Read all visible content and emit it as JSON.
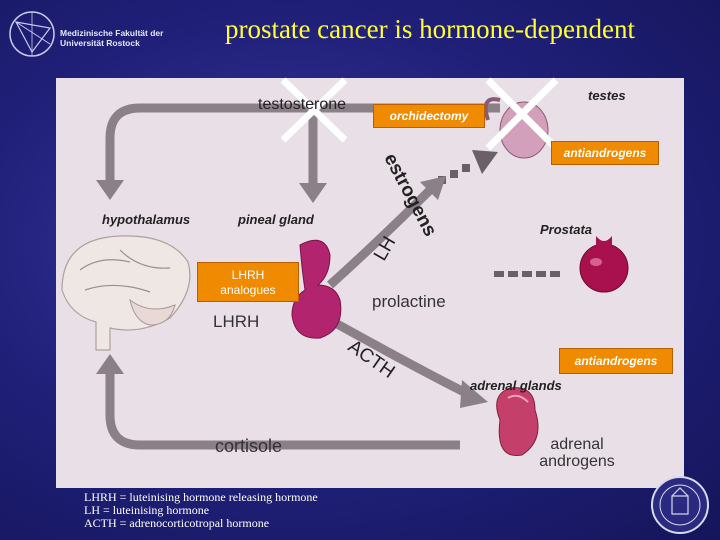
{
  "header": {
    "title": "prostate cancer is hormone-dependent",
    "logo_text": "Medizinische Fakultät der\nUniversität Rostock"
  },
  "diagram": {
    "testosterone": "testosterone",
    "orchidectomy": "orchidectomy",
    "testes": "testes",
    "antiandrogens_top": "antiandrogens",
    "oestrogens": "estrogens",
    "hypothalamus": "hypothalamus",
    "pineal_gland": "pineal gland",
    "lh": "LH",
    "prostata": "Prostata",
    "lhrh_analogues_line1": "LHRH",
    "lhrh_analogues_line2": "analogues",
    "lhrh": "LHRH",
    "prolactine": "prolactine",
    "acth": "ACTH",
    "antiandrogens_bottom": "antiandrogens",
    "adrenal_glands": "adrenal glands",
    "cortisole": "cortisole",
    "adrenal_androgens_line1": "adrenal",
    "adrenal_androgens_line2": "androgens"
  },
  "legend": {
    "line1": "LHRH = luteinising hormone releasing hormone",
    "line2": "LH = luteinising hormone",
    "line3": "ACTH = adrenocorticotropal hormone"
  },
  "colors": {
    "background": "#1f1f78",
    "title": "#ffff33",
    "panel": "#e9dfe6",
    "arrow": "#8b7f88",
    "orange_box": "#f08a00",
    "cross": "#ffffff"
  }
}
